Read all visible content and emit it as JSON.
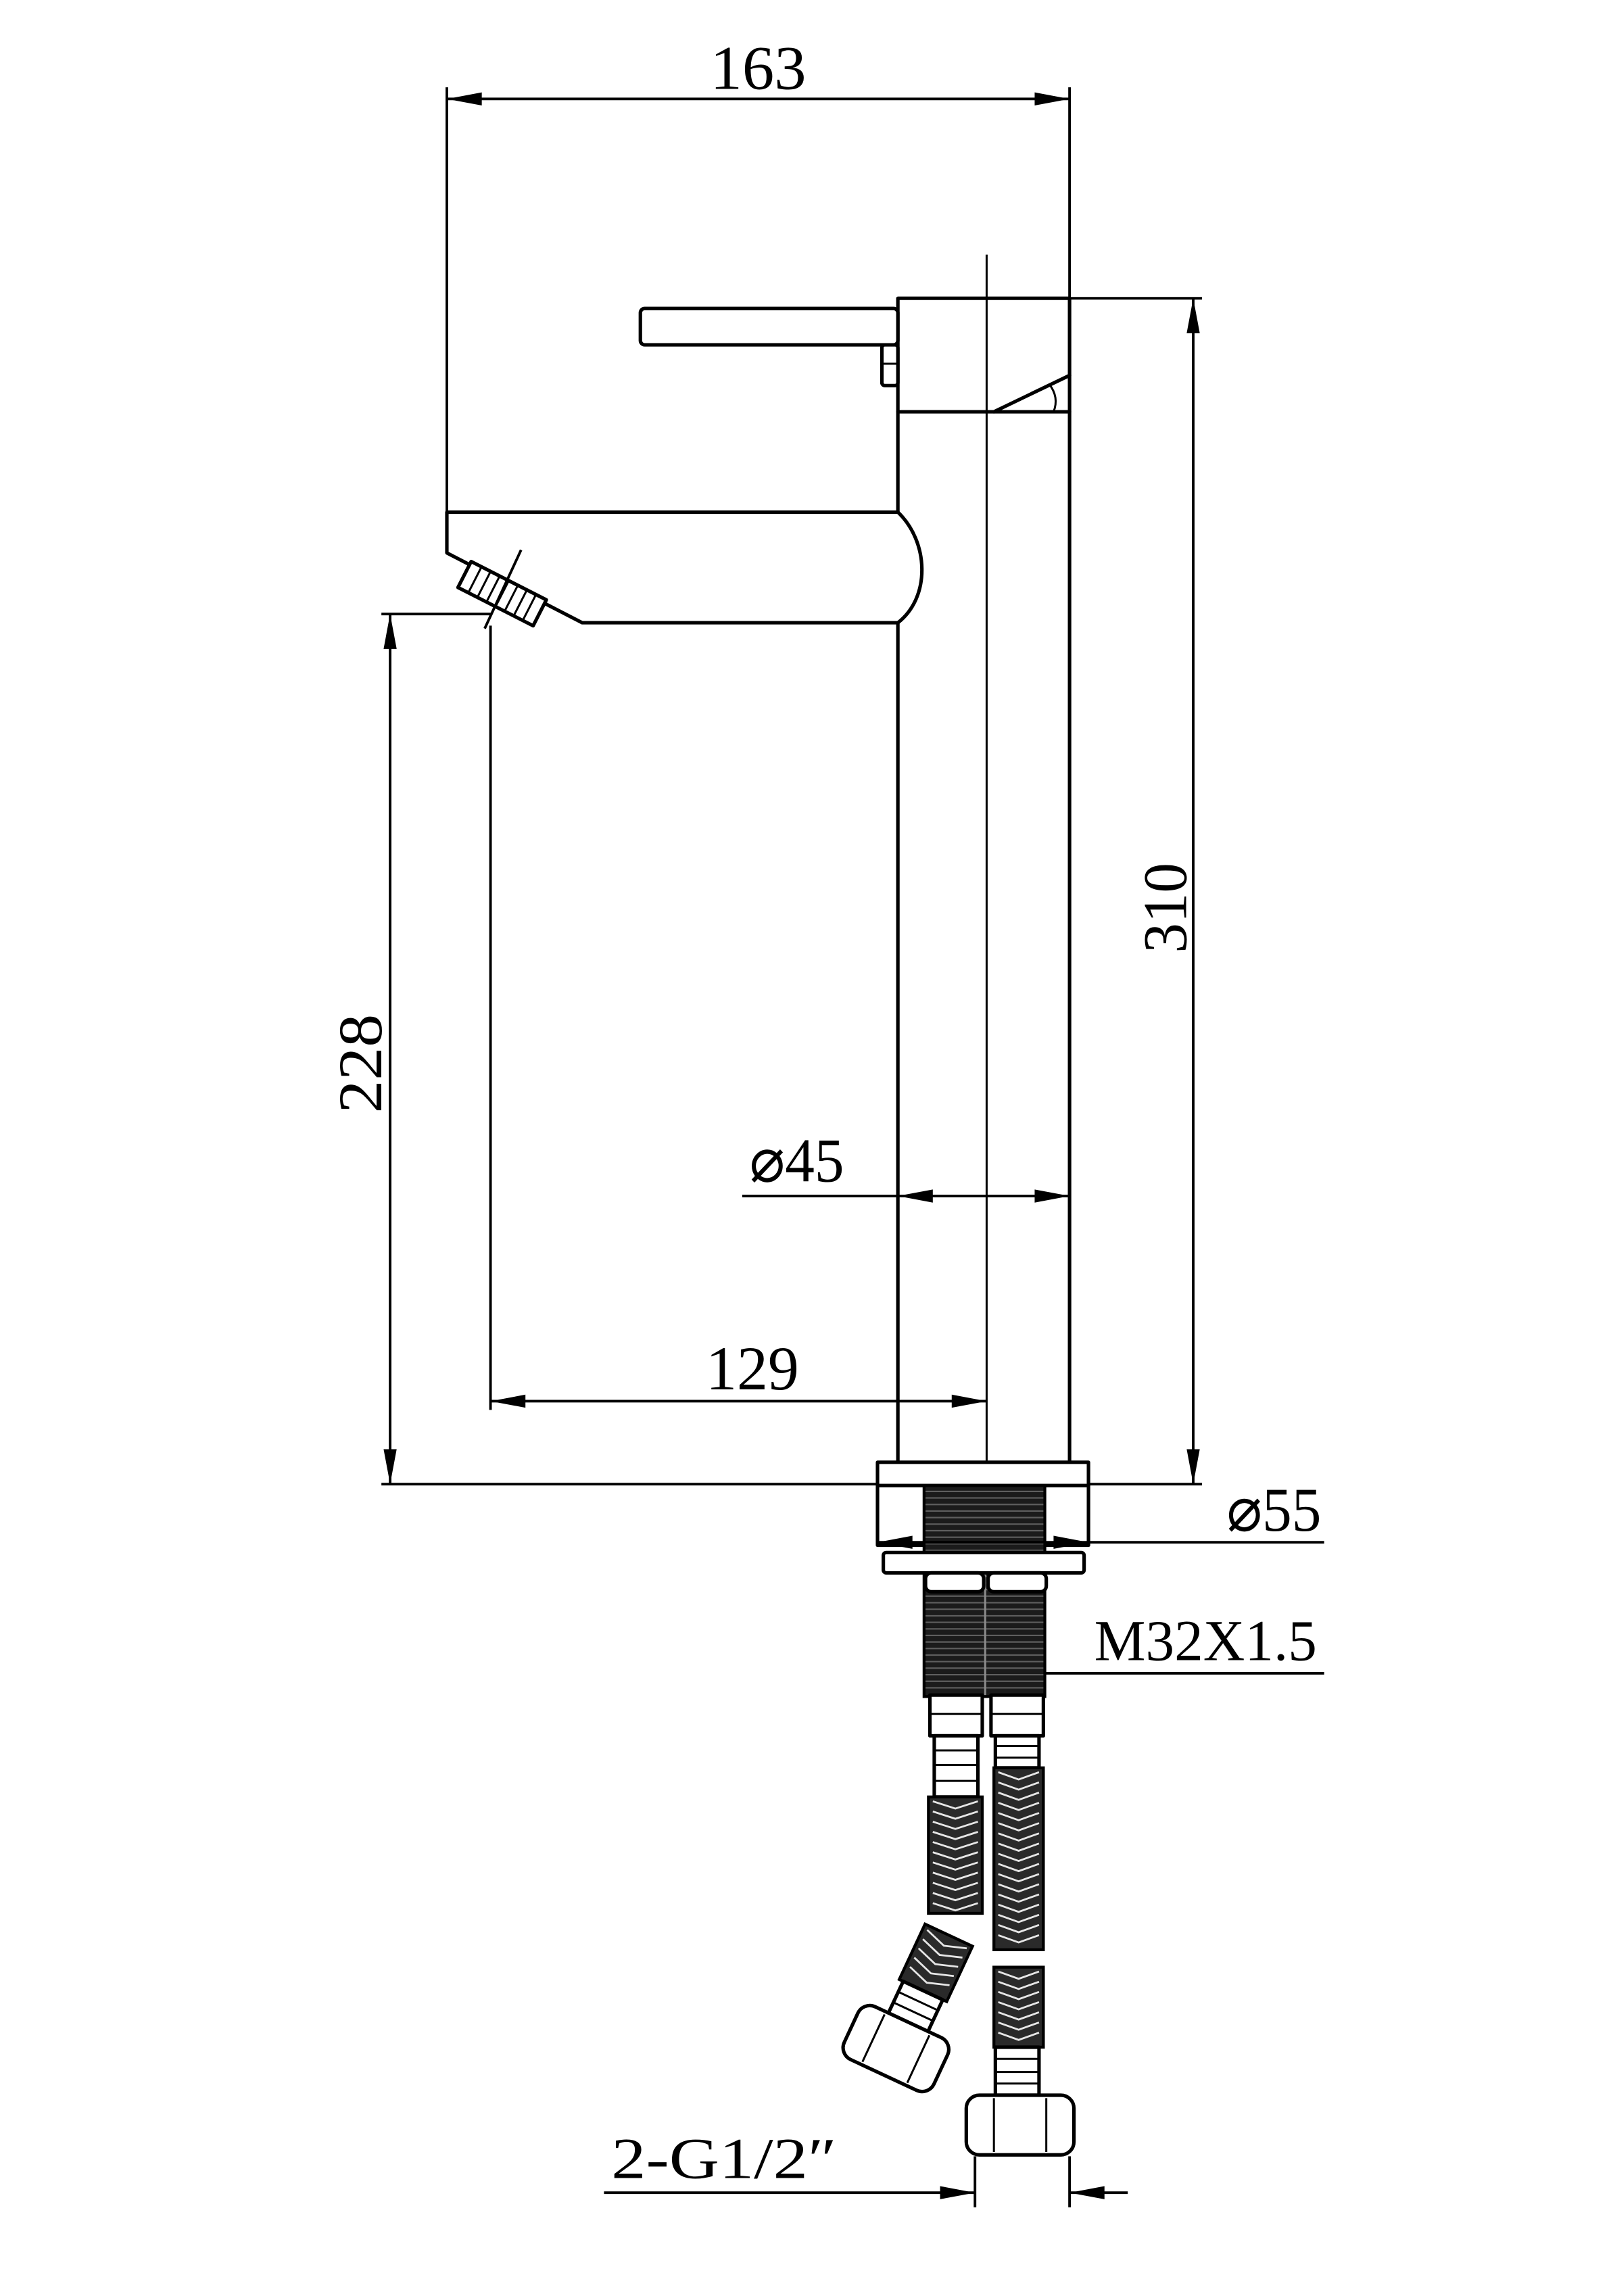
{
  "dimensions": {
    "overall_width": "163",
    "overall_height": "310",
    "spout_height": "228",
    "body_diameter": "⌀45",
    "spout_reach": "129",
    "base_diameter": "⌀55"
  },
  "callouts": {
    "mounting_thread": "M32X1.5",
    "hose_connection": "2-G1/2″"
  }
}
